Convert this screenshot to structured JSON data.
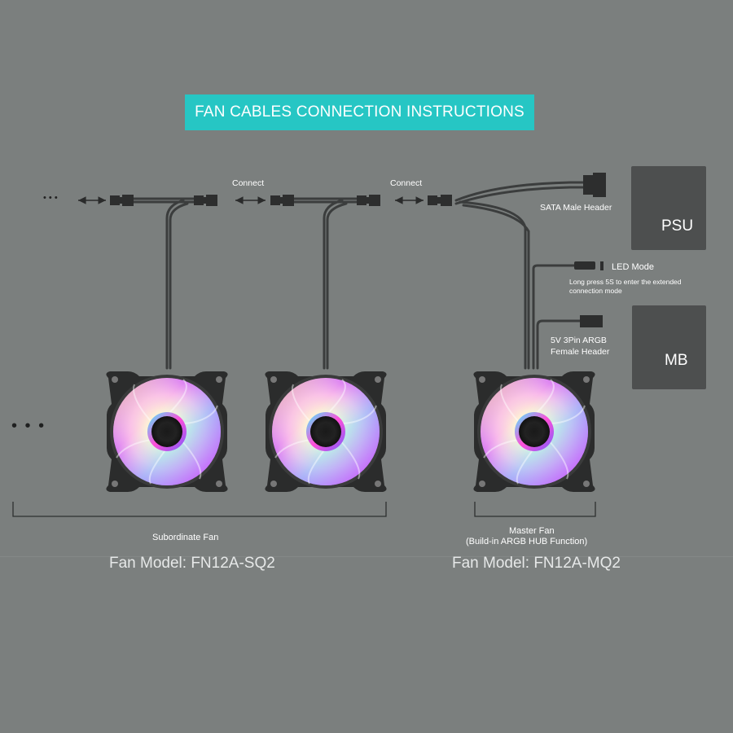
{
  "title": "FAN CABLES CONNECTION INSTRUCTIONS",
  "colors": {
    "background": "#7b7f7e",
    "accent": "#26c6c4",
    "box": "#4d4f4f",
    "cable": "#3b3d3d"
  },
  "connect_label_1": "Connect",
  "connect_label_2": "Connect",
  "sata_label": "SATA Male Header",
  "psu_label": "PSU",
  "mb_label": "MB",
  "led_mode": {
    "title": "LED Mode",
    "note_line1": "Long press 5S to enter the extended",
    "note_line2": "connection mode"
  },
  "argb_header": {
    "line1": "5V 3Pin ARGB",
    "line2": "Female Header"
  },
  "subordinate": {
    "label": "Subordinate Fan",
    "model": "Fan Model: FN12A-SQ2"
  },
  "master": {
    "label_line1": "Master Fan",
    "label_line2": "(Build-in ARGB HUB Function)",
    "model": "Fan Model: FN12A-MQ2"
  },
  "ellipsis_top": "• • •",
  "ellipsis_left": "• • •"
}
